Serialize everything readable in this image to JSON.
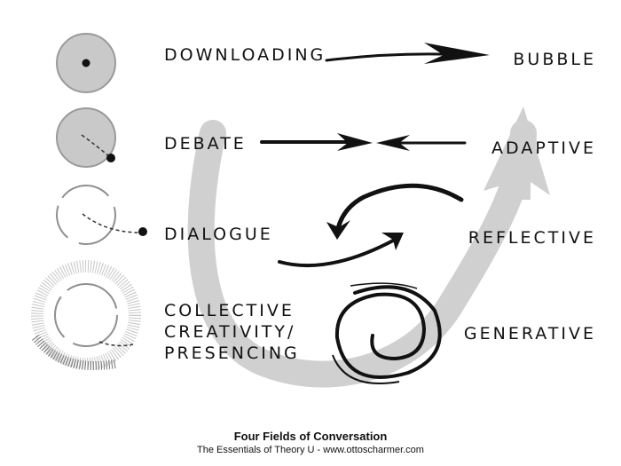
{
  "fields": [
    {
      "id": "downloading",
      "label_lines": [
        "DOWNLOADING"
      ],
      "mode": "BUBBLE"
    },
    {
      "id": "debate",
      "label_lines": [
        "DEBATE"
      ],
      "mode": "ADAPTIVE"
    },
    {
      "id": "dialogue",
      "label_lines": [
        "DIALOGUE"
      ],
      "mode": "REFLECTIVE"
    },
    {
      "id": "collective",
      "label_lines": [
        "COLLECTIVE",
        "CREATIVITY/",
        "PRESENCING"
      ],
      "mode": "GENERATIVE"
    }
  ],
  "caption": {
    "title": "Four Fields of Conversation",
    "subtitle": "The Essentials of Theory U - www.ottoscharmer.com"
  },
  "colors": {
    "ink": "#111111",
    "u_shape": "#cfcfcf",
    "circle_fill": "#c9c9c9",
    "circle_stroke": "#9a9a9a"
  }
}
